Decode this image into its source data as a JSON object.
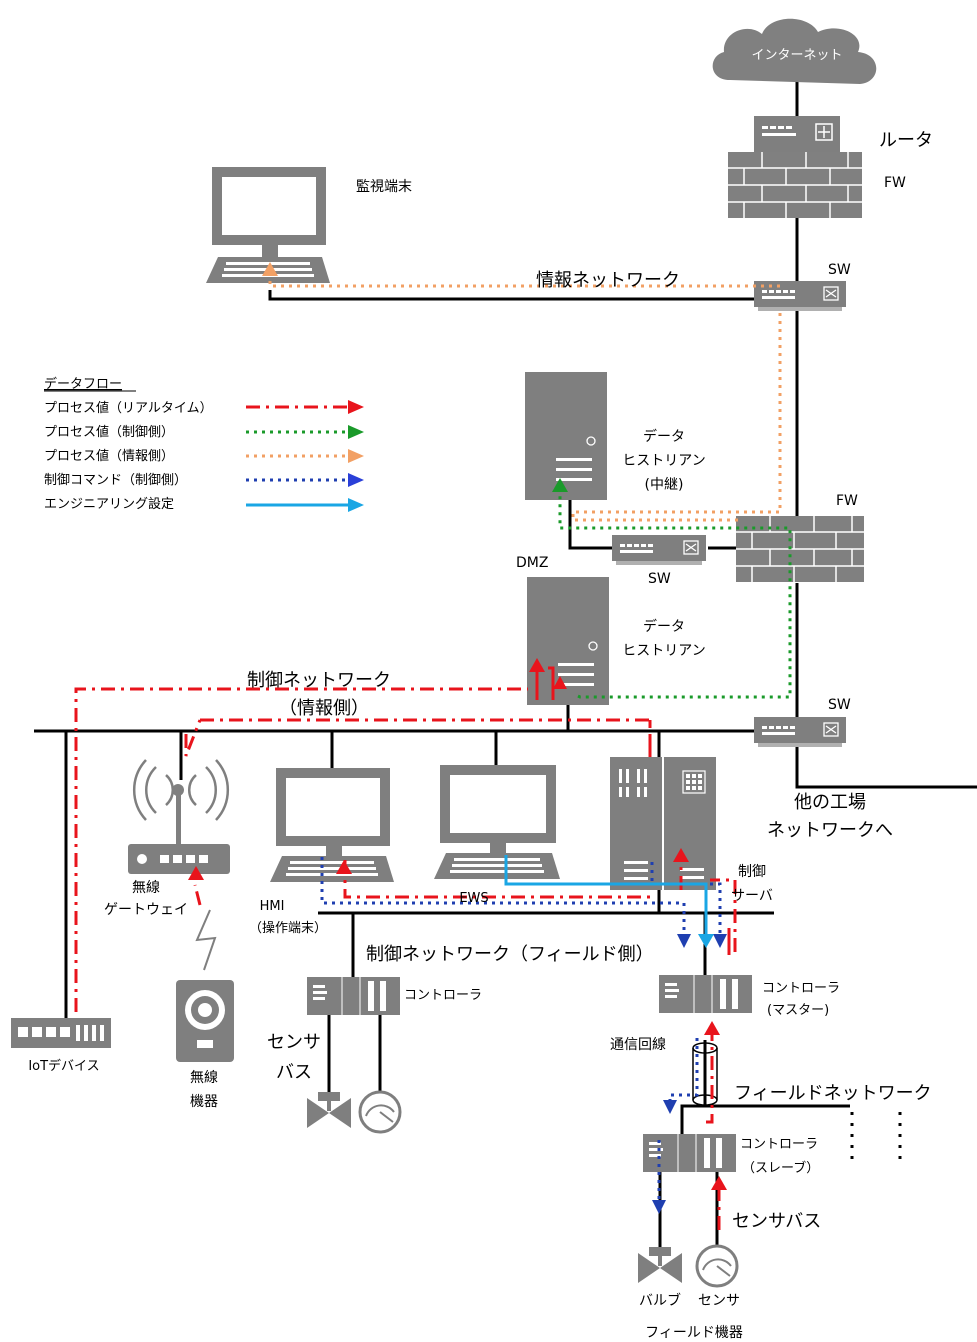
{
  "labels": {
    "internet": "インターネット",
    "router": "ルータ",
    "fw_top": "FW",
    "monitor_terminal": "監視端末",
    "sw_top": "SW",
    "info_network": "情報ネットワーク",
    "historian_relay_1": "データ",
    "historian_relay_2": "ヒストリアン",
    "historian_relay_3": "(中継)",
    "fw_mid": "FW",
    "sw_mid": "SW",
    "dmz": "DMZ",
    "historian_1": "データ",
    "historian_2": "ヒストリアン",
    "control_net_info_1": "制御ネットワーク",
    "control_net_info_2": "（情報側）",
    "sw_lower": "SW",
    "other_factory_1": "他の工場",
    "other_factory_2": "ネットワークへ",
    "wireless_gw_1": "無線",
    "wireless_gw_2": "ゲートウェイ",
    "hmi_1": "HMI",
    "hmi_2": "（操作端末）",
    "ews": "EWS",
    "control_server_1": "制御",
    "control_server_2": "サーバ",
    "control_net_field": "制御ネットワーク（フィールド側）",
    "iot_device": "IoTデバイス",
    "wireless_device_1": "無線",
    "wireless_device_2": "機器",
    "controller": "コントローラ",
    "sensor_bus_left_1": "センサ",
    "sensor_bus_left_2": "バス",
    "controller_master_1": "コントローラ",
    "controller_master_2": "(マスター)",
    "comm_line": "通信回線",
    "field_network": "フィールドネットワーク",
    "controller_slave_1": "コントローラ",
    "controller_slave_2": "（スレーブ）",
    "sensor_bus_right": "センサバス",
    "valve": "バルブ",
    "sensor": "センサ",
    "field_devices": "フィールド機器"
  },
  "legend": {
    "title": "データフロー",
    "items": [
      {
        "label": "プロセス値（リアルタイム）",
        "color": "#e8141c",
        "style": "dash-dot"
      },
      {
        "label": "プロセス値（制御側）",
        "color": "#1a9a2a",
        "style": "dotted"
      },
      {
        "label": "プロセス値（情報側）",
        "color": "#f2a064",
        "style": "dotted"
      },
      {
        "label": "制御コマンド（制御側）",
        "color": "#1f3fb0",
        "style": "dotted"
      },
      {
        "label": "エンジニアリング設定",
        "color": "#1aa6e4",
        "style": "solid"
      }
    ]
  },
  "colors": {
    "device_gray": "#7f7f7f",
    "realtime_red": "#e8141c",
    "control_green": "#1a9a2a",
    "info_orange": "#f2a064",
    "command_blue": "#1f3fb0",
    "engineering_cyan": "#1aa6e4"
  },
  "icons": [
    "cloud-icon",
    "router-icon",
    "firewall-icon",
    "switch-icon",
    "monitor-icon",
    "server-icon",
    "wireless-gateway-icon",
    "camera-device-icon",
    "iot-device-icon",
    "plc-icon",
    "valve-icon",
    "gauge-icon"
  ]
}
